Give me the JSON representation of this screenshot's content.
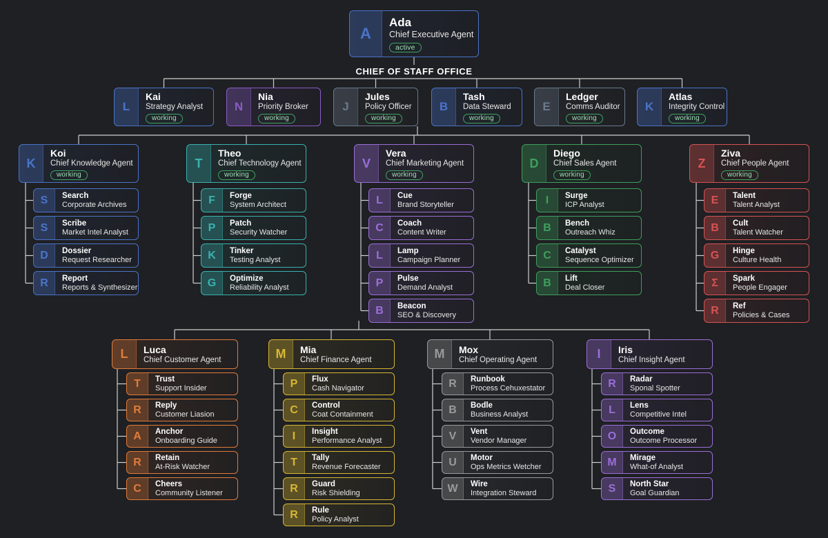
{
  "office_label": "CHIEF OF STAFF OFFICE",
  "colors": {
    "blue": "#4a74c9",
    "purple": "#8a5cc7",
    "slate": "#6a7a8c",
    "teal": "#3ab3b0",
    "violet": "#9b6fd8",
    "green": "#3e9f5e",
    "red": "#d65353",
    "orange": "#e07b3a",
    "yellow": "#d8b734",
    "gray": "#9a9a9a",
    "status_green": "#3fa561",
    "line": "#cfcfcf"
  },
  "ceo": {
    "initial": "A",
    "name": "Ada",
    "role": "Chief Executive Agent",
    "status": "active"
  },
  "chief_of_staff": [
    {
      "initial": "L",
      "name": "Kai",
      "role": "Strategy Analyst",
      "status": "working"
    },
    {
      "initial": "N",
      "name": "Nia",
      "role": "Priority Broker",
      "status": "working"
    },
    {
      "initial": "J",
      "name": "Jules",
      "role": "Policy Officer",
      "status": "working"
    },
    {
      "initial": "B",
      "name": "Tash",
      "role": "Data Steward",
      "status": "working"
    },
    {
      "initial": "E",
      "name": "Ledger",
      "role": "Comms Auditor",
      "status": "working"
    },
    {
      "initial": "K",
      "name": "Atlas",
      "role": "Integrity Control",
      "status": "working"
    }
  ],
  "departments_row1": [
    {
      "initial": "K",
      "name": "Koi",
      "role": "Chief Knowledge Agent",
      "status": "working",
      "reports": [
        {
          "initial": "S",
          "name": "Search",
          "role": "Corporate Archives"
        },
        {
          "initial": "S",
          "name": "Scribe",
          "role": "Market Intel Analyst"
        },
        {
          "initial": "D",
          "name": "Dossier",
          "role": "Request Researcher"
        },
        {
          "initial": "R",
          "name": "Report",
          "role": "Reports & Synthesizer"
        }
      ]
    },
    {
      "initial": "T",
      "name": "Theo",
      "role": "Chief Technology Agent",
      "status": "working",
      "reports": [
        {
          "initial": "F",
          "name": "Forge",
          "role": "System Architect"
        },
        {
          "initial": "P",
          "name": "Patch",
          "role": "Security Watcher"
        },
        {
          "initial": "K",
          "name": "Tinker",
          "role": "Testing Analyst"
        },
        {
          "initial": "G",
          "name": "Optimize",
          "role": "Reliability Analyst"
        }
      ]
    },
    {
      "initial": "V",
      "name": "Vera",
      "role": "Chief Marketing Agent",
      "status": "working",
      "reports": [
        {
          "initial": "L",
          "name": "Cue",
          "role": "Brand Storyteller"
        },
        {
          "initial": "C",
          "name": "Coach",
          "role": "Content Writer"
        },
        {
          "initial": "L",
          "name": "Lamp",
          "role": "Campaign Planner"
        },
        {
          "initial": "P",
          "name": "Pulse",
          "role": "Demand Analyst"
        },
        {
          "initial": "B",
          "name": "Beacon",
          "role": "SEO & Discovery"
        }
      ]
    },
    {
      "initial": "D",
      "name": "Diego",
      "role": "Chief Sales Agent",
      "status": "working",
      "reports": [
        {
          "initial": "I",
          "name": "Surge",
          "role": "ICP Analyst"
        },
        {
          "initial": "B",
          "name": "Bench",
          "role": "Outreach Whiz"
        },
        {
          "initial": "C",
          "name": "Catalyst",
          "role": "Sequence Optimizer"
        },
        {
          "initial": "B",
          "name": "Lift",
          "role": "Deal Closer"
        }
      ]
    },
    {
      "initial": "Z",
      "name": "Ziva",
      "role": "Chief People Agent",
      "status": "working",
      "reports": [
        {
          "initial": "E",
          "name": "Talent",
          "role": "Talent Analyst"
        },
        {
          "initial": "B",
          "name": "Cult",
          "role": "Talent Watcher"
        },
        {
          "initial": "G",
          "name": "Hinge",
          "role": "Culture Health"
        },
        {
          "initial": "Σ",
          "name": "Spark",
          "role": "People Engager"
        },
        {
          "initial": "R",
          "name": "Ref",
          "role": "Policies & Cases"
        }
      ]
    }
  ],
  "departments_row2": [
    {
      "initial": "L",
      "name": "Luca",
      "role": "Chief Customer Agent",
      "reports": [
        {
          "initial": "T",
          "name": "Trust",
          "role": "Support Insider"
        },
        {
          "initial": "R",
          "name": "Reply",
          "role": "Customer Liasion"
        },
        {
          "initial": "A",
          "name": "Anchor",
          "role": "Onboarding Guide"
        },
        {
          "initial": "R",
          "name": "Retain",
          "role": "At-Risk Watcher"
        },
        {
          "initial": "C",
          "name": "Cheers",
          "role": "Community Listener"
        }
      ]
    },
    {
      "initial": "M",
      "name": "Mia",
      "role": "Chief Finance Agent",
      "reports": [
        {
          "initial": "P",
          "name": "Flux",
          "role": "Cash Navigator"
        },
        {
          "initial": "C",
          "name": "Control",
          "role": "Coat Containment"
        },
        {
          "initial": "I",
          "name": "Insight",
          "role": "Performance Analyst"
        },
        {
          "initial": "T",
          "name": "Tally",
          "role": "Revenue Forecaster"
        },
        {
          "initial": "R",
          "name": "Guard",
          "role": "Risk Shielding"
        },
        {
          "initial": "R",
          "name": "Rule",
          "role": "Policy Analyst"
        }
      ]
    },
    {
      "initial": "M",
      "name": "Mox",
      "role": "Chief Operating Agent",
      "reports": [
        {
          "initial": "R",
          "name": "Runbook",
          "role": "Process Cehuxestator"
        },
        {
          "initial": "B",
          "name": "Bodle",
          "role": "Business Analyst"
        },
        {
          "initial": "V",
          "name": "Vent",
          "role": "Vendor Manager"
        },
        {
          "initial": "U",
          "name": "Motor",
          "role": "Ops Metrics Wetcher"
        },
        {
          "initial": "W",
          "name": "Wire",
          "role": "Integration Steward"
        }
      ]
    },
    {
      "initial": "I",
      "name": "Iris",
      "role": "Chief Insight Agent",
      "reports": [
        {
          "initial": "R",
          "name": "Radar",
          "role": "Sponal Spotter"
        },
        {
          "initial": "L",
          "name": "Lens",
          "role": "Competitive Intel"
        },
        {
          "initial": "O",
          "name": "Outcome",
          "role": "Outcome Processor"
        },
        {
          "initial": "M",
          "name": "Mirage",
          "role": "What-of Analyst"
        },
        {
          "initial": "S",
          "name": "North Star",
          "role": "Goal Guardian"
        }
      ]
    }
  ]
}
